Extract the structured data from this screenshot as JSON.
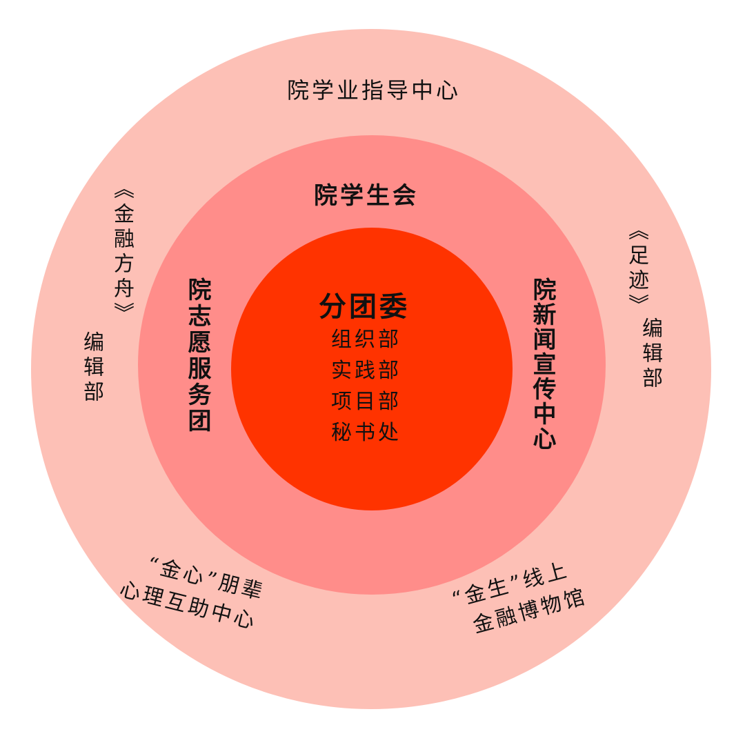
{
  "outer_ring": {
    "top": "院学业指导中心",
    "left_journal": "《金融方舟》",
    "left_dept": "编辑部",
    "right_journal": "《足迹》",
    "right_dept": "编辑部",
    "bottom_left_line1": "“金心”朋辈",
    "bottom_left_line2": "心理互助中心",
    "bottom_right_line1": "“金生”线上",
    "bottom_right_line2": "金融博物馆"
  },
  "middle_ring": {
    "top": "院学生会",
    "left": "院志愿服务团",
    "right": "院新闻宣传中心"
  },
  "center": {
    "title": "分团委",
    "departments": [
      "组织部",
      "实践部",
      "项目部",
      "秘书处"
    ]
  },
  "colors": {
    "outer": "#FDC0B6",
    "middle": "#FF8D8A",
    "inner": "#FF3300"
  }
}
